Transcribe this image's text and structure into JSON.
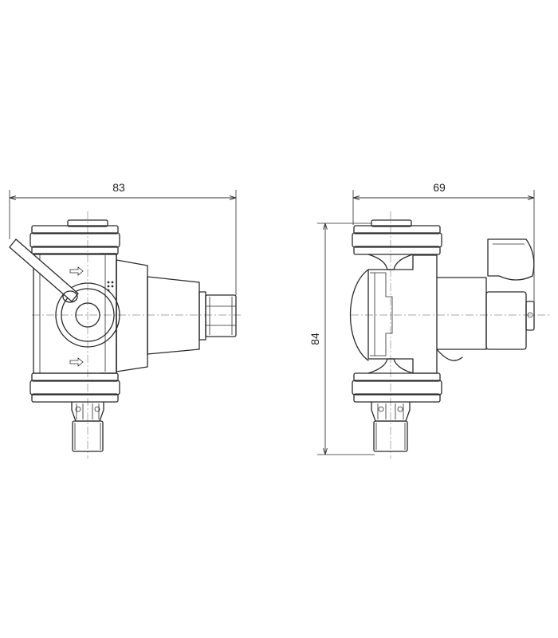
{
  "dimensions": {
    "front_width": {
      "value": "83"
    },
    "side_width": {
      "value": "69"
    },
    "side_height": {
      "value": "84"
    }
  }
}
